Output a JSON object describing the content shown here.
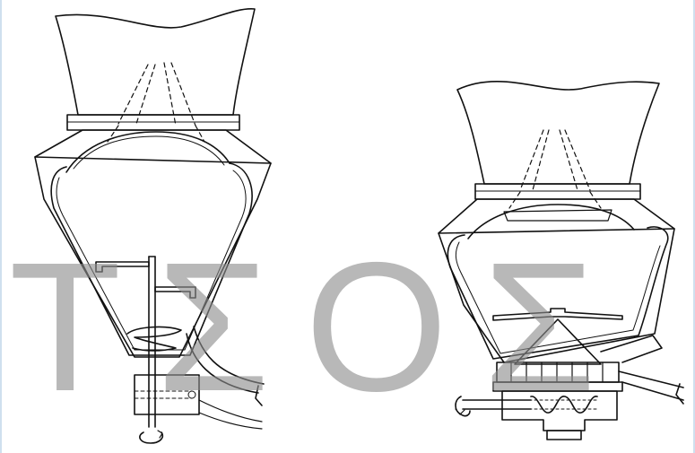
{
  "figure": {
    "left_diagram": "auger-discharge-hopper",
    "right_diagram": "rotary-discharge-hopper"
  },
  "watermark": {
    "letters": [
      "Τ",
      "Σ",
      "Ο",
      "Σ"
    ],
    "color": "#8c8c8c"
  },
  "colors": {
    "line": "#111111",
    "background": "#ffffff",
    "frame": "#cfe0ee"
  }
}
